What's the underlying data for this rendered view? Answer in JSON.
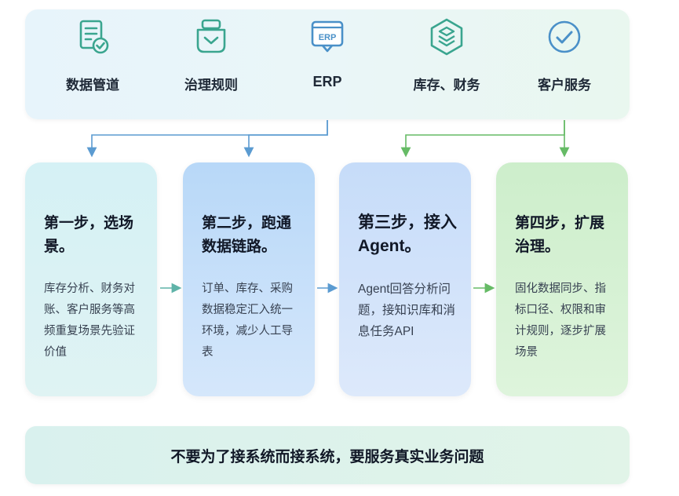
{
  "sources": [
    {
      "label": "数据管道",
      "icon": "document-check-icon"
    },
    {
      "label": "治理规则",
      "icon": "inbox-tray-icon"
    },
    {
      "label": "ERP",
      "icon": "erp-window-icon",
      "badge": "ERP"
    },
    {
      "label": "库存、财务",
      "icon": "layers-hexagon-icon"
    },
    {
      "label": "客户服务",
      "icon": "check-circle-icon"
    }
  ],
  "steps": [
    {
      "title": "第一步，选场景。",
      "desc": "库存分析、财务对账、客户服务等高频重复场景先验证价值"
    },
    {
      "title": "第二步，跑通数据链路。",
      "desc": "订单、库存、采购数据稳定汇入统一环境，减少人工导表"
    },
    {
      "title": "第三步，接入Agent。",
      "desc": "Agent回答分析问题，接知识库和消息任务API"
    },
    {
      "title": "第四步，扩展治理。",
      "desc": "固化数据同步、指标口径、权限和审计规则，逐步扩展场景"
    }
  ],
  "footer": {
    "text": "不要为了接系统而接系统，要服务真实业务问题"
  },
  "colors": {
    "blue": "#4a90c8",
    "green": "#5cb85c",
    "teal": "#3aa58f"
  }
}
